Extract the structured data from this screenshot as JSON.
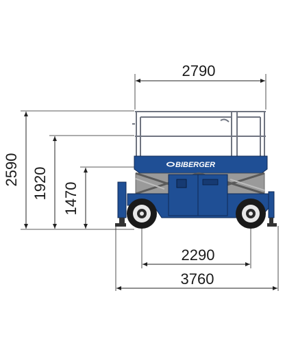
{
  "dimensions": {
    "platform_length": "2790",
    "overall_height": "2590",
    "guardrail_height": "1920",
    "deck_height": "1470",
    "wheelbase": "2290",
    "overall_length": "3760"
  },
  "machine": {
    "brand_label": "BIBERGER"
  },
  "colors": {
    "body_blue": "#1f4f95",
    "dark_blue": "#163a72",
    "scissor_grey": "#9a9a9a",
    "tire_black": "#1a1a1a",
    "rail_grey": "#6f7480",
    "line_color": "#222222"
  }
}
